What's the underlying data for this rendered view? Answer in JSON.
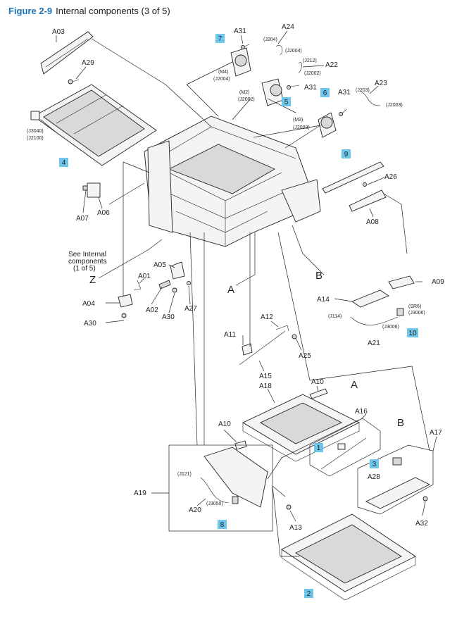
{
  "figure": {
    "number": "Figure 2-9",
    "caption": "Internal components (3 of 5)"
  },
  "note": [
    "See Internal",
    "components",
    "(1 of 5)"
  ],
  "labels": {
    "A03": "A03",
    "A29": "A29",
    "J3040": "(J3040)",
    "J2100": "(J2100)",
    "A31a": "A31",
    "A24": "A24",
    "J204": "(J204)",
    "J2004a": "(J2004)",
    "M4": "(M4)",
    "J2004b": "(J2004)",
    "J212": "(J212)",
    "A22": "A22",
    "J2002a": "(J2002)",
    "A31b": "A31",
    "M2": "(M2)",
    "J2002b": "(J2002)",
    "A31c": "A31",
    "A23": "A23",
    "J203": "(J203)",
    "J2003a": "(J2003)",
    "M3": "(M3)",
    "J2003b": "(J2003)",
    "A26": "A26",
    "A08": "A08",
    "A07": "A07",
    "A06": "A06",
    "Z": "Z",
    "A05": "A05",
    "A01": "A01",
    "A04": "A04",
    "A02": "A02",
    "A30a": "A30",
    "A27": "A27",
    "A30b": "A30",
    "A": "A",
    "B": "B",
    "A09": "A09",
    "A14": "A14",
    "SR6": "(SR6)",
    "J3006a": "(J3006)",
    "J114": "(J114)",
    "J3006b": "(J3006)",
    "A21": "A21",
    "A11": "A11",
    "A12": "A12",
    "A25": "A25",
    "A15": "A15",
    "A10a": "A10",
    "A2": "A",
    "A18": "A18",
    "A16": "A16",
    "B2": "B",
    "A17": "A17",
    "A10b": "A10",
    "A28": "A28",
    "J121": "(J121)",
    "A19": "A19",
    "A20": "A20",
    "J3050": "(J3050)",
    "A13": "A13",
    "A32": "A32"
  },
  "callouts": [
    "7",
    "5",
    "6",
    "4",
    "9",
    "10",
    "1",
    "3",
    "8",
    "2"
  ]
}
